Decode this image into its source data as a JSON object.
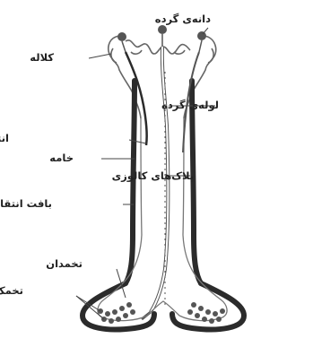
{
  "labels": {
    "pollen_grain": "دانه‌ی گرده",
    "stigma": "کلاله",
    "pollen_tube": "لوله‌ی گرده",
    "pollen_tube_end": "انتهای لوله‌ی گرده",
    "style": "خامه",
    "callose_plugs": "پلاک‌های کالوزی",
    "transmitting_tissue": "بافت انتقالی",
    "ovary": "تخمدان",
    "ovules": "تخمک‌ها"
  }
}
